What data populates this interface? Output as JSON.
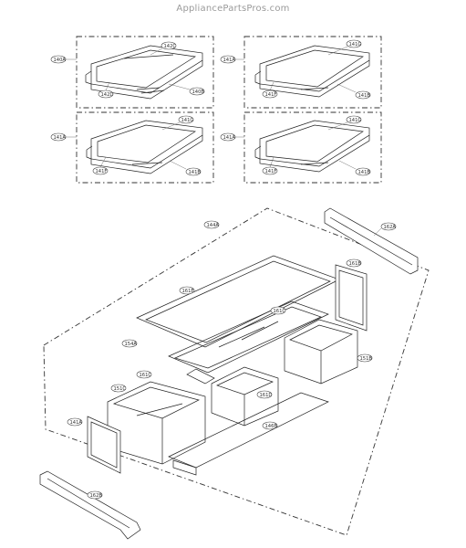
{
  "watermark": "AppliancePartsPros.com",
  "labels": {
    "b1_group": "140A",
    "b1_top": "142C",
    "b1_bl": "142D",
    "b1_br": "140B",
    "b2_group": "141A",
    "b2_top": "141G",
    "b2_bl": "141F",
    "b2_br": "141B",
    "b3_group": "141A",
    "b3_top": "141G",
    "b3_bl": "141F",
    "b3_br": "141B",
    "b4_group": "141A",
    "b4_top": "141G",
    "b4_bl": "141F",
    "b4_br": "141B",
    "crisper_group": "144A",
    "rail_right": "162A",
    "rail_left": "162B",
    "cover_right": "161B",
    "glass": "161E",
    "bin_left_top": "154A",
    "frame_a": "161C",
    "frame_b": "161C",
    "bin_left": "151C",
    "bin_right": "151B",
    "bin_front_left": "141A",
    "base": "146B",
    "small_right": "161D"
  }
}
